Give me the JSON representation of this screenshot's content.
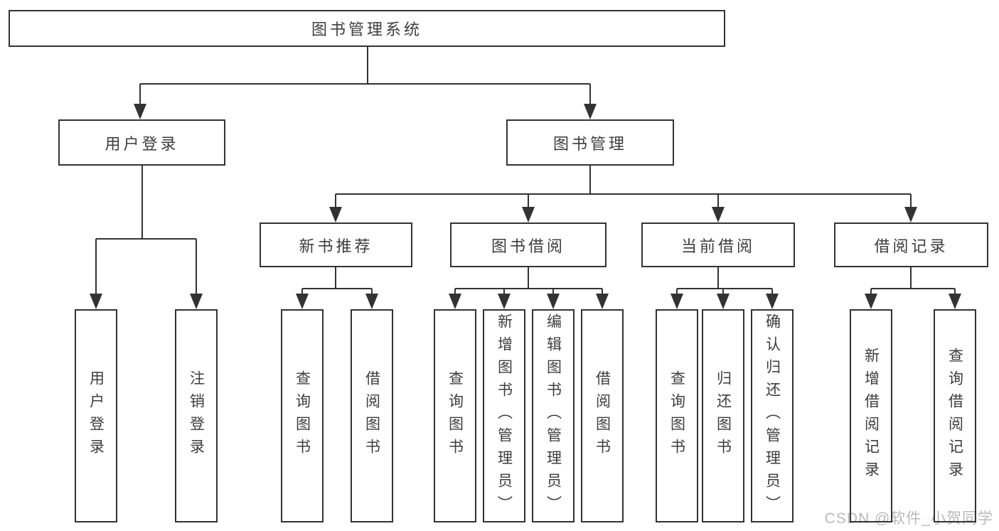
{
  "diagram": {
    "title": "图书管理系统",
    "type": "hierarchy-chart",
    "colors": {
      "line": "#333333",
      "box_border": "#333333",
      "text": "#3d3d3d",
      "background": "#ffffff",
      "watermark": "#b9b9b9"
    },
    "tree": {
      "label": "图书管理系统",
      "children": [
        {
          "label": "用户登录",
          "children": [
            {
              "label": "用户登录"
            },
            {
              "label": "注销登录"
            }
          ]
        },
        {
          "label": "图书管理",
          "children": [
            {
              "label": "新书推荐",
              "children": [
                {
                  "label": "查询图书"
                },
                {
                  "label": "借阅图书"
                }
              ]
            },
            {
              "label": "图书借阅",
              "children": [
                {
                  "label": "查询图书"
                },
                {
                  "label": "新增图书（管理员）"
                },
                {
                  "label": "编辑图书（管理员）"
                },
                {
                  "label": "借阅图书"
                }
              ]
            },
            {
              "label": "当前借阅",
              "children": [
                {
                  "label": "查询图书"
                },
                {
                  "label": "归还图书"
                },
                {
                  "label": "确认归还（管理员）"
                }
              ]
            },
            {
              "label": "借阅记录",
              "children": [
                {
                  "label": "新增借阅记录"
                },
                {
                  "label": "查询借阅记录"
                }
              ]
            }
          ]
        }
      ]
    },
    "watermark": {
      "text": "CSDN @软件_小贺同学"
    }
  }
}
